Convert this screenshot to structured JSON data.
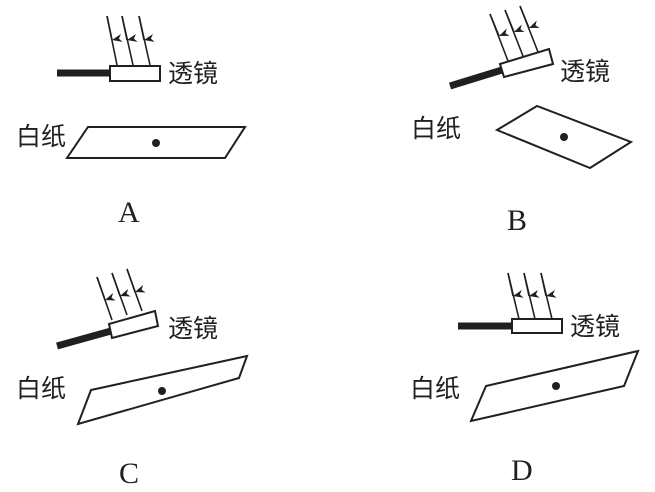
{
  "labels": {
    "lens": "透镜",
    "paper": "白纸"
  },
  "options": [
    {
      "letter": "A"
    },
    {
      "letter": "B"
    },
    {
      "letter": "C"
    },
    {
      "letter": "D"
    }
  ],
  "colors": {
    "ink": "#231f20",
    "background": "#ffffff"
  }
}
